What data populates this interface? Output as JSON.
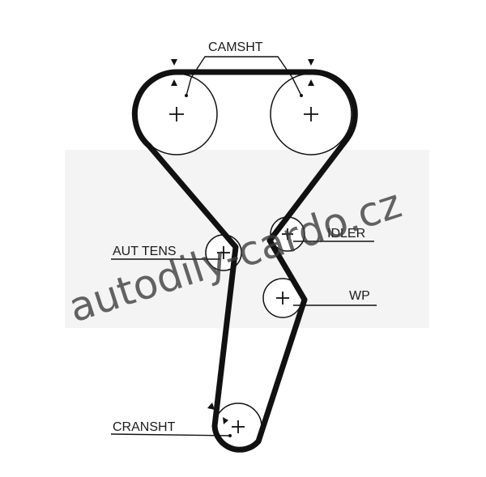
{
  "diagram": {
    "labels": {
      "camshaft": "CAMSHT",
      "tensioner": "AUT TENS",
      "idler": "IDLER",
      "water_pump": "WP",
      "crankshaft": "CRANSHT"
    },
    "watermark": "autodily-cardo.cz",
    "colors": {
      "line": "#111111",
      "watermark": "#3a3a3a",
      "background": "#ffffff"
    }
  }
}
